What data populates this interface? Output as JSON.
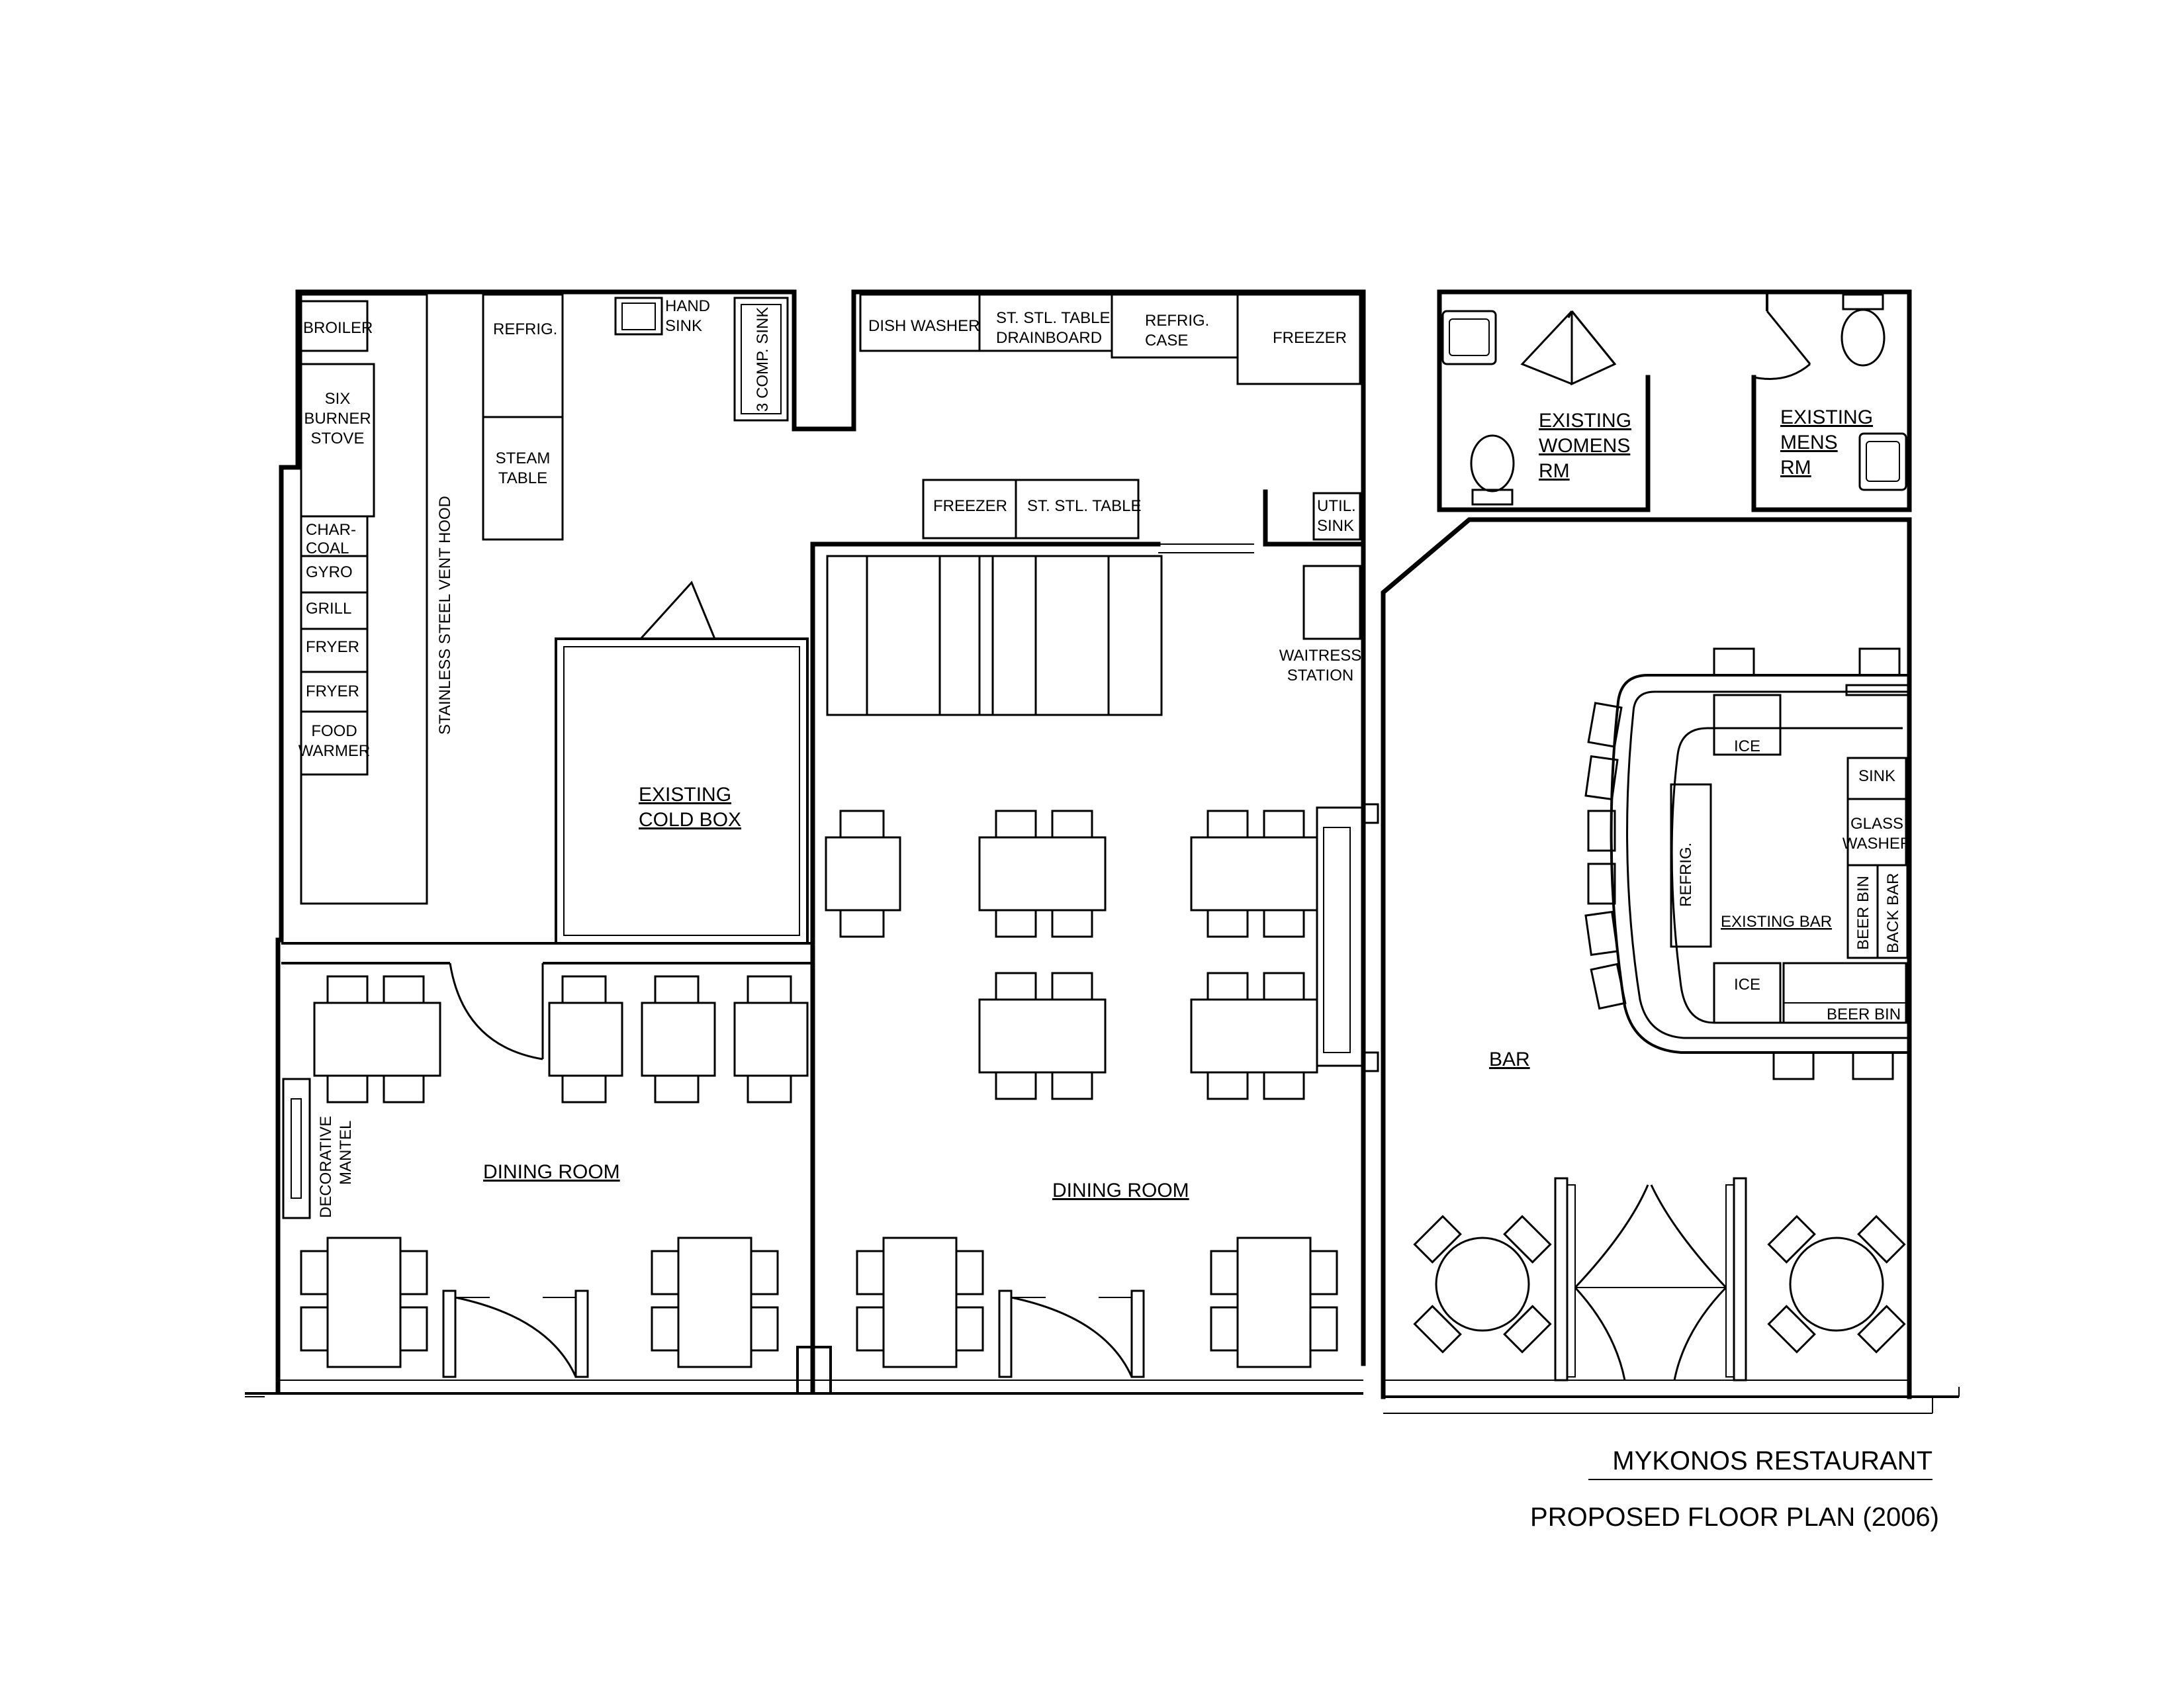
{
  "title_block": {
    "project": "MYKONOS RESTAURANT",
    "sheet": "PROPOSED FLOOR PLAN (2006)"
  },
  "rooms": {
    "cold_box": [
      "EXISTING",
      "COLD BOX"
    ],
    "dining_left": "DINING ROOM",
    "dining_center": "DINING ROOM",
    "bar": "BAR",
    "existing_bar": "EXISTING BAR",
    "womens": [
      "EXISTING",
      "WOMENS",
      "RM"
    ],
    "mens": [
      "EXISTING",
      "MENS",
      "RM"
    ]
  },
  "equipment": {
    "broiler": "BROILER",
    "stove": [
      "SIX",
      "BURNER",
      "STOVE"
    ],
    "charcoal": [
      "CHAR-",
      "COAL"
    ],
    "gyro": "GYRO",
    "grill": "GRILL",
    "fryer1": "FRYER",
    "fryer2": "FRYER",
    "food_warmer": [
      "FOOD",
      "WARMER"
    ],
    "vent_hood": "STAINLESS STEEL VENT HOOD",
    "refrig": "REFRIG.",
    "steam_table": [
      "STEAM",
      "TABLE"
    ],
    "hand_sink": [
      "HAND",
      "SINK"
    ],
    "comp_sink": "3 COMP. SINK",
    "dish_washer": "DISH WASHER",
    "drainboard": [
      "ST. STL. TABLE",
      "DRAINBOARD"
    ],
    "refrig_case": [
      "REFRIG.",
      "CASE"
    ],
    "freezer_top": "FREEZER",
    "freezer_mid": "FREEZER",
    "st_stl_table": "ST. STL. TABLE",
    "util_sink": [
      "UTIL.",
      "SINK"
    ],
    "waitress_station": [
      "WAITRESS",
      "STATION"
    ],
    "decorative_mantel": [
      "DECORATIVE",
      "MANTEL"
    ],
    "bar_refrig": "REFRIG.",
    "ice_top": "ICE",
    "ice_bottom": "ICE",
    "bar_sink": "SINK",
    "glass_washer": [
      "GLASS",
      "WASHER"
    ],
    "beer_bin_v": "BEER BIN",
    "back_bar": "BACK BAR",
    "beer_bin_h": "BEER BIN"
  }
}
